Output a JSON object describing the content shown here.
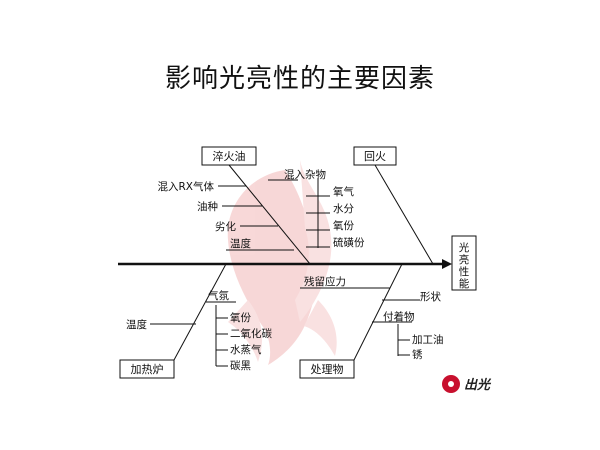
{
  "title": "影响光亮性的主要因素",
  "effect": [
    "光",
    "亮",
    "性",
    "能"
  ],
  "categories": {
    "quench_oil": "淬火油",
    "tempering": "回火",
    "furnace": "加热炉",
    "treatment": "处理物"
  },
  "causes": {
    "quench_oil": [
      "混入RX气体",
      "油种",
      "劣化",
      "温度"
    ],
    "contaminants_head": "混入杂物",
    "contaminants": [
      "氧气",
      "水分",
      "氧份",
      "硫磺份"
    ],
    "atmosphere_head": "气氛",
    "atmosphere": [
      "氧份",
      "二氧化碳",
      "水蒸气",
      "碳黑"
    ],
    "furnace_temp": "温度",
    "residual_stress": "残留应力",
    "shape": "形状",
    "deposits_head": "付着物",
    "deposits": [
      "加工油",
      "锈"
    ]
  },
  "logo": {
    "text": "出光"
  },
  "colors": {
    "watermark": "#f2b8b8",
    "line": "#111111",
    "logo_red": "#c8102e"
  }
}
